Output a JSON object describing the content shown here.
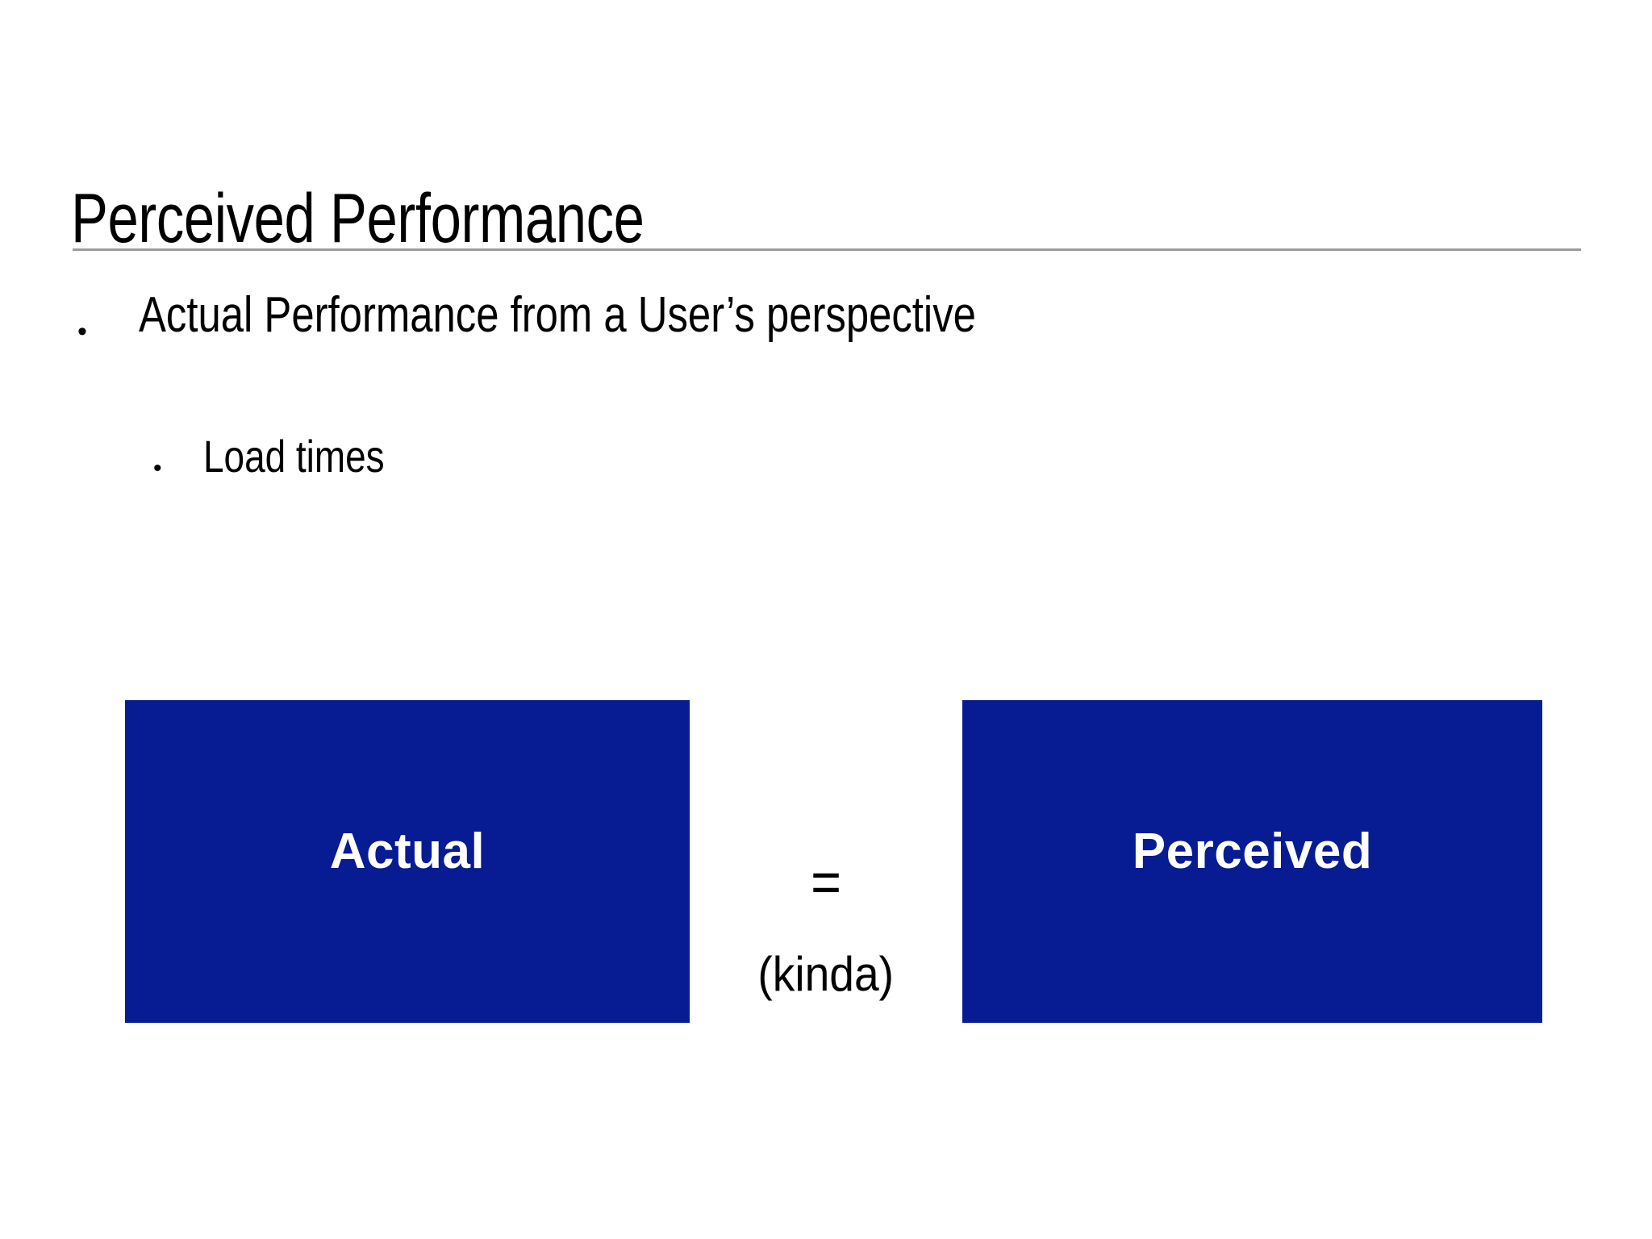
{
  "slide": {
    "title": "Perceived Performance",
    "background_color": "#ffffff",
    "rule_color": "#9b9b9b"
  },
  "body": {
    "bullets": [
      {
        "level": 1,
        "marker": "•",
        "text": "Actual Performance from a User’s perspective"
      },
      {
        "level": 2,
        "marker": "•",
        "text": "Load times"
      }
    ]
  },
  "diagram": {
    "box_fill_color": "#071b93",
    "box_text_color": "#ffffff",
    "left_box": {
      "label": "Actual"
    },
    "right_box": {
      "label": "Perceived"
    },
    "relation": {
      "operator": "=",
      "qualifier": "(kinda)"
    }
  }
}
